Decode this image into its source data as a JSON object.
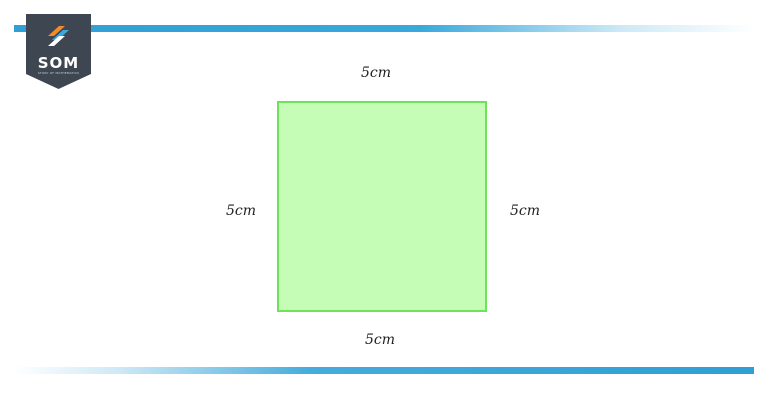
{
  "logo": {
    "text": "SOM",
    "subtitle": "STORY OF MATHEMATICS",
    "icon": "som-logo-icon",
    "colors": {
      "background": "#3d4651",
      "accent_orange": "#f28b2b",
      "accent_blue": "#3aa9dd"
    }
  },
  "figure": {
    "shape": "square",
    "fill_color": "#c5fcb6",
    "stroke_color": "#6fe357",
    "labels": {
      "top": "5cm",
      "left": "5cm",
      "right": "5cm",
      "bottom": "5cm"
    }
  },
  "decorations": {
    "bar_color": "#2f9fd4"
  }
}
